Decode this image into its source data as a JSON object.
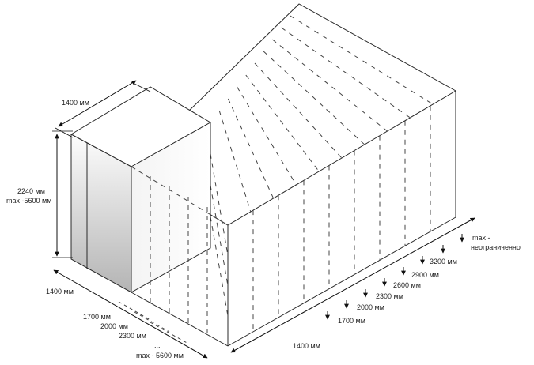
{
  "labels": {
    "top_depth": "1400 мм",
    "height_line1": "2240 мм",
    "height_line2": "max -5600 мм",
    "left_width": "1400 мм",
    "left_steps": [
      "1700 мм",
      "2000 мм",
      "2300 мм"
    ],
    "left_dots": "...",
    "left_max": "max - 5600 мм",
    "bottom_depth": "1400 мм",
    "right_steps": [
      "1700 мм",
      "2000 мм",
      "2300 мм",
      "2600 мм",
      "2900 мм",
      "3200 мм"
    ],
    "right_dots": "...",
    "right_max_line1": "max -",
    "right_max_line2": "неограниченно"
  },
  "colors": {
    "line": "#2a2a2a",
    "dash": "#444444",
    "shade_light": "#ffffff",
    "shade_dark": "#b8b8b8"
  }
}
